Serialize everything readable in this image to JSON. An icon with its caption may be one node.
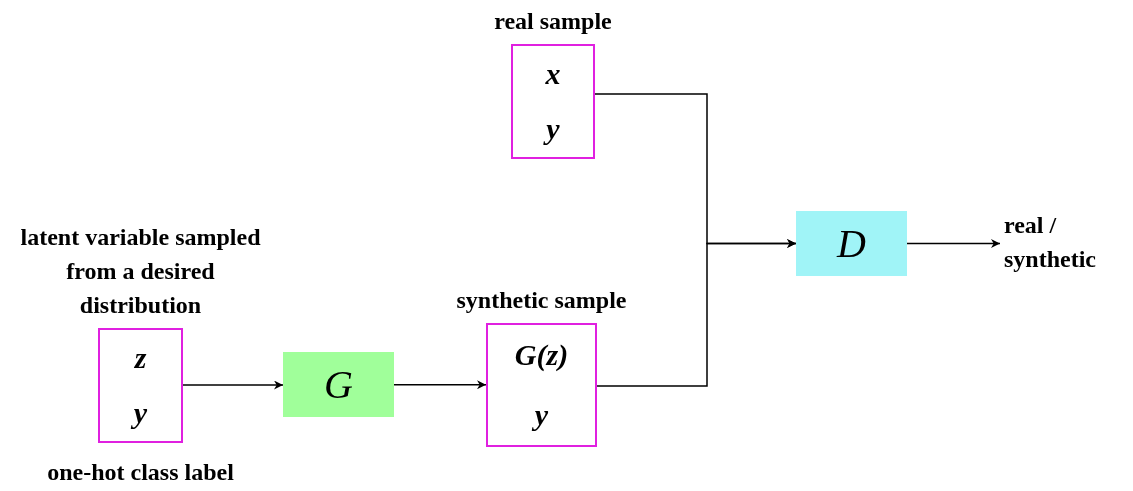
{
  "diagram": {
    "nodes": [
      {
        "text": [
          "real sample",
          "x",
          "y"
        ]
      },
      {
        "text": [
          "latent variable sampled from a desired distribution",
          "z",
          "y"
        ],
        "beside": [
          "one-hot class label"
        ]
      },
      {
        "text": [
          "G"
        ]
      },
      {
        "text": [
          "synthetic sample",
          "G(z)",
          "y"
        ]
      },
      {
        "text": [
          "D"
        ]
      },
      {
        "text": [
          "real / synthetic"
        ]
      }
    ],
    "edges": [
      {
        "from": 1,
        "to": 2,
        "arrow": "to"
      },
      {
        "from": 2,
        "to": 3,
        "arrow": "to"
      },
      {
        "from": 0,
        "to": 4,
        "arrow": "to"
      },
      {
        "from": 3,
        "to": 4,
        "arrow": "to"
      },
      {
        "from": 4,
        "to": 5,
        "arrow": "to"
      }
    ]
  }
}
